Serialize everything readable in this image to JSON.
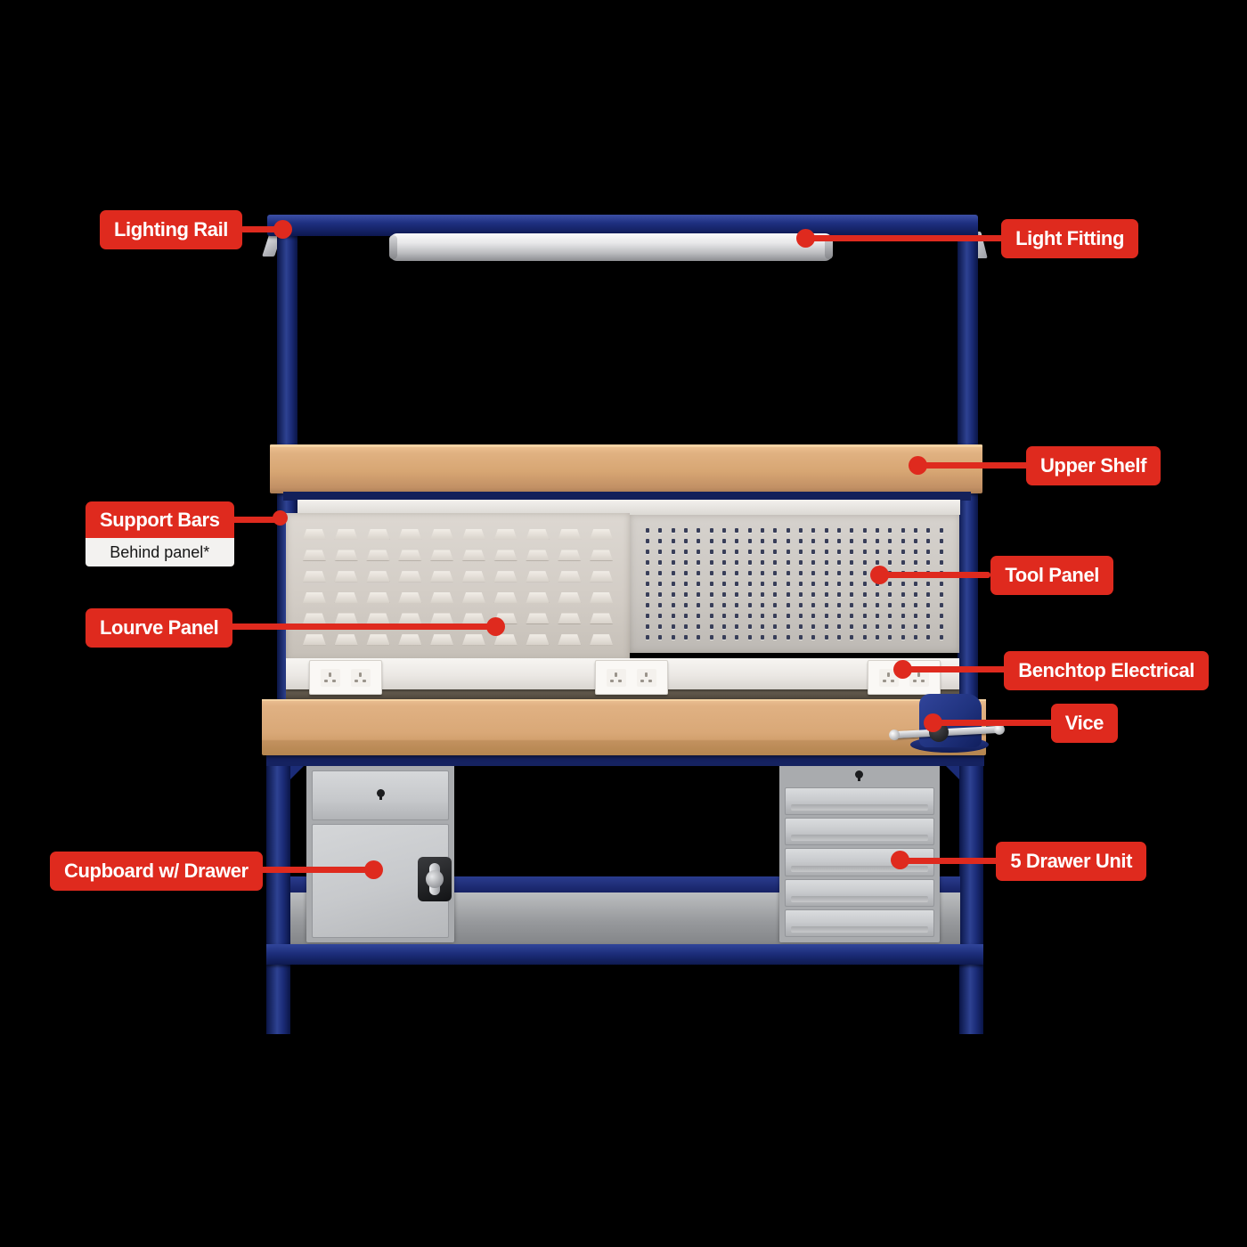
{
  "colors": {
    "accent_red": "#df2a1e",
    "frame_blue": "#1b2c78",
    "wood": "#d9a877",
    "panel_gray": "#d2ccc5",
    "unit_gray": "#c7c9cc",
    "note_bg": "#f3f2f0"
  },
  "labels": [
    {
      "id": "lighting-rail",
      "text": "Lighting Rail"
    },
    {
      "id": "light-fitting",
      "text": "Light Fitting"
    },
    {
      "id": "upper-shelf",
      "text": "Upper Shelf"
    },
    {
      "id": "support-bars",
      "text": "Support Bars",
      "note": "Behind panel*"
    },
    {
      "id": "tool-panel",
      "text": "Tool Panel"
    },
    {
      "id": "lourve-panel",
      "text": "Lourve Panel"
    },
    {
      "id": "benchtop-electrical",
      "text": "Benchtop Electrical"
    },
    {
      "id": "vice",
      "text": "Vice"
    },
    {
      "id": "cupboard",
      "text": "Cupboard w/ Drawer"
    },
    {
      "id": "drawer-unit",
      "text": "5 Drawer Unit"
    }
  ],
  "workbench": {
    "louvre_panel": {
      "rows": 6,
      "cols": 10
    },
    "tool_panel": {
      "rows": 11,
      "cols": 24
    },
    "electrical_sockets": 3,
    "drawer_unit": {
      "rows": 5,
      "cols": 1
    }
  }
}
